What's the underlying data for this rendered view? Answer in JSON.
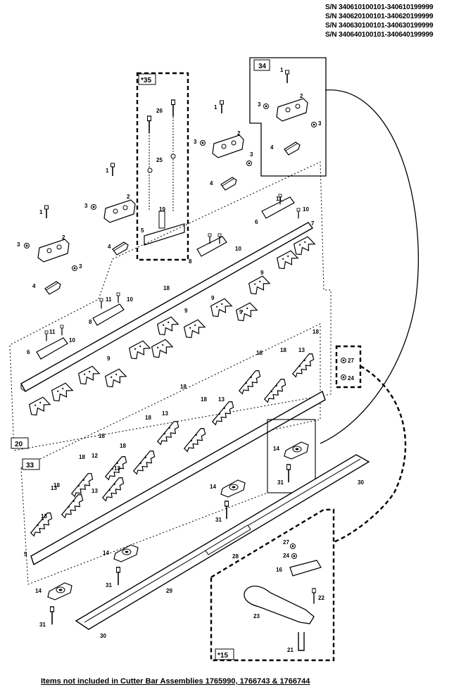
{
  "serials": [
    "S/N 340610100101-340610199999",
    "S/N 340620100101-340620199999",
    "S/N 340630100101-340630199999",
    "S/N 340640100101-340640199999"
  ],
  "footnote": "Items not included in Cutter Bar Assemblies 1765990, 1766743 & 1766744",
  "boxes": {
    "b35": "*35",
    "b34": "34",
    "b20": "20",
    "b33": "33",
    "b15": "*15"
  },
  "callouts": {
    "n1": "1",
    "n2": "2",
    "n3": "3",
    "n4": "4",
    "n5": "5",
    "n6": "6",
    "n7": "7",
    "n8": "8",
    "n9": "9",
    "n10": "10",
    "n11": "11",
    "n12": "12",
    "n13": "13",
    "n14": "14",
    "n16": "16",
    "n18": "18",
    "n19": "19",
    "n21": "21",
    "n22": "22",
    "n23": "23",
    "n24": "24",
    "n25": "25",
    "n26": "26",
    "n27": "27",
    "n28": "28",
    "n29": "29",
    "n30": "30",
    "n31": "31"
  },
  "colors": {
    "ink": "#000000",
    "paper": "#ffffff"
  }
}
